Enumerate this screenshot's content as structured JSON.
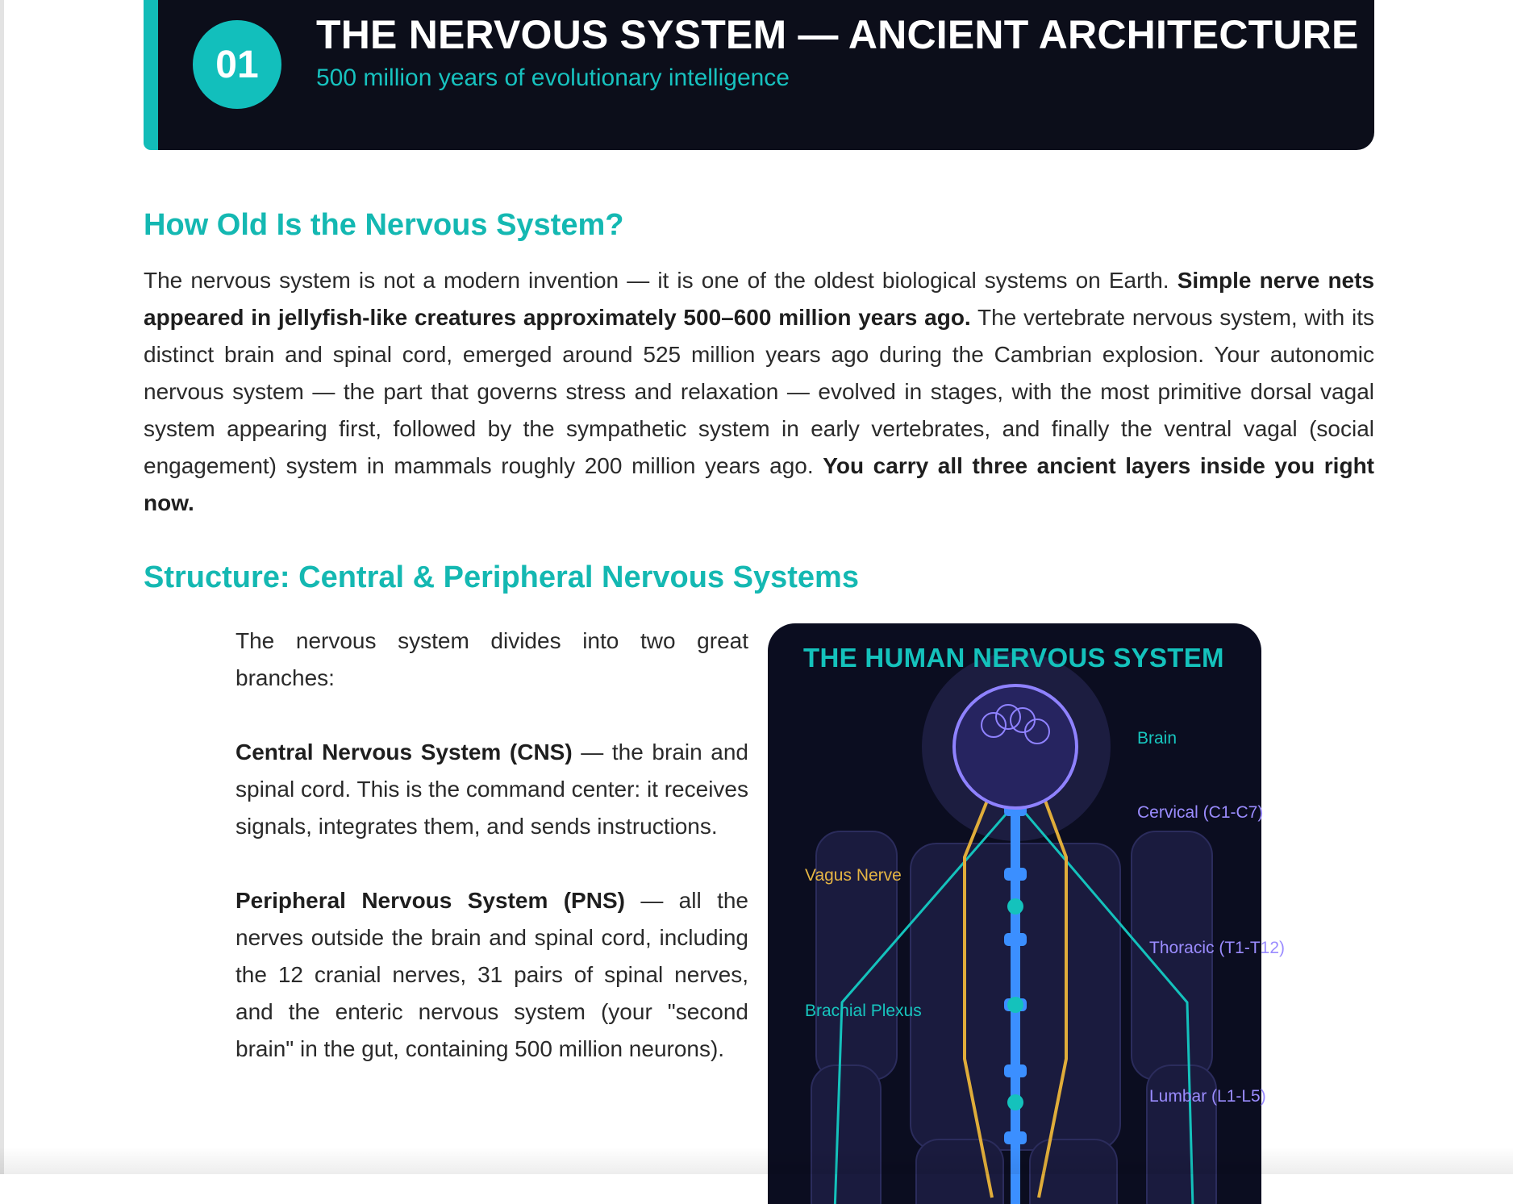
{
  "header": {
    "number": "01",
    "title": "THE NERVOUS SYSTEM — ANCIENT ARCHITECTURE",
    "subtitle": "500 million years of evolutionary intelligence"
  },
  "section_age": {
    "heading": "How Old Is the Nervous System?",
    "p1": "The nervous system is not a modern invention — it is one of the oldest biological systems on Earth.",
    "p1_bold": "Simple nerve nets appeared in jellyfish-like creatures approximately 500–600 million years ago.",
    "p2": "The vertebrate nervous system, with its distinct brain and spinal cord, emerged around 525 million years ago during the Cambrian explosion. Your autonomic nervous system — the part that governs stress and relaxation — evolved in stages, with the most primitive dorsal vagal system appearing first, followed by the sympathetic system in early vertebrates, and finally the ventral vagal (social engagement) system in mammals roughly 200 million years ago.",
    "p2_bold": "You carry all three ancient layers inside you right now."
  },
  "section_structure": {
    "heading": "Structure: Central & Peripheral Nervous Systems",
    "intro": "The nervous system divides into two great branches:",
    "cns_bold": "Central Nervous System (CNS)",
    "cns_text": "— the brain and spinal cord. This is the command center: it receives signals, integrates them, and sends instructions.",
    "pns_bold": "Peripheral Nervous System (PNS)",
    "pns_text": "— all the nerves outside the brain and spinal cord, including the 12 cranial nerves, 31 pairs of spinal nerves, and the enteric nervous system (your \"second brain\" in the gut, containing 500 million neurons)."
  },
  "diagram": {
    "title": "THE HUMAN NERVOUS SYSTEM",
    "labels": {
      "brain": "Brain",
      "cervical": "Cervical (C1-C7)",
      "vagus": "Vagus Nerve",
      "thoracic": "Thoracic (T1-T12)",
      "brachial": "Brachial Plexus",
      "lumbar": "Lumbar (L1-L5)"
    },
    "colors": {
      "background": "#0b0d20",
      "body": "#1c1d40",
      "spine": "#3b8fff",
      "teal": "#14c2bc",
      "gold": "#e0ad3a",
      "purple": "#8f82ff"
    }
  }
}
